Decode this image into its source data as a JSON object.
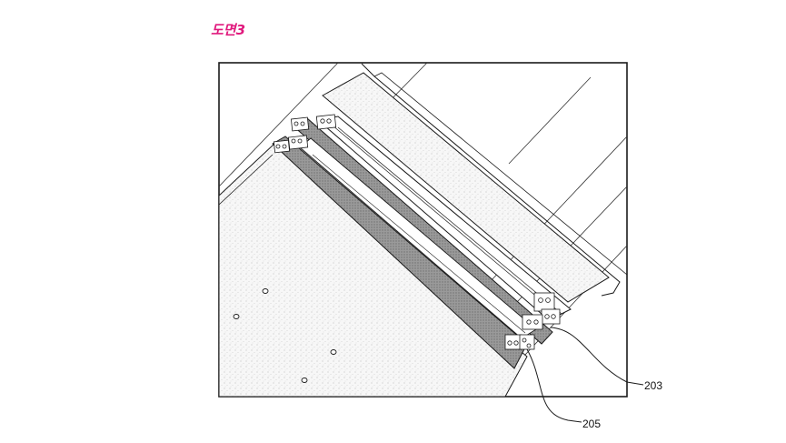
{
  "figure": {
    "label": "도면3"
  },
  "callouts": [
    {
      "id": "203",
      "text": "203"
    },
    {
      "id": "205",
      "text": "205"
    }
  ],
  "colors": {
    "label": "#e0197d",
    "line": "#1a1a1a",
    "shaded_strip": "#8e8e8e",
    "stipple": "#d9d9d9"
  }
}
